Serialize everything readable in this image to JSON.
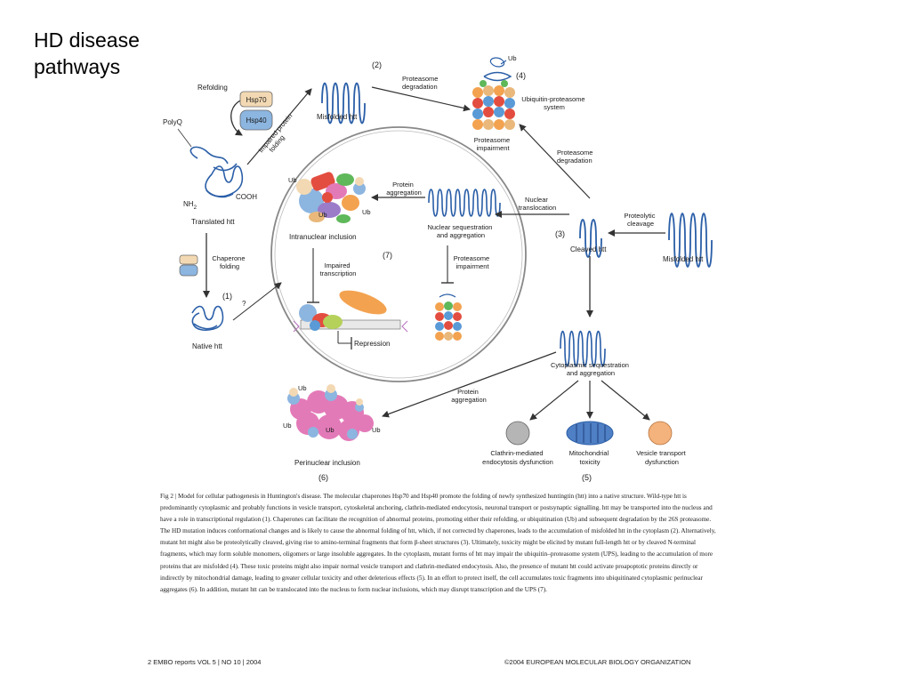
{
  "slide": {
    "title_line1": "HD disease",
    "title_line2": "pathways"
  },
  "diagram": {
    "refolding": "Refolding",
    "hsp70": "Hsp70",
    "hsp40": "Hsp40",
    "polyq": "PolyQ",
    "nh2": "NH",
    "nh2_sub": "2",
    "cooh": "COOH",
    "translated_htt": "Translated htt",
    "impaired_folding_1": "Impaired protein",
    "impaired_folding_2": "folding",
    "misfolded_htt_top": "Misfolded htt",
    "step2": "(2)",
    "proteasome_degradation_top_1": "Proteasome",
    "proteasome_degradation_top_2": "degradation",
    "ub_top": "Ub",
    "step4": "(4)",
    "ups_1": "Ubiquitin-proteasome",
    "ups_2": "system",
    "proteasome_impairment_top_1": "Proteasome",
    "proteasome_impairment_top_2": "impairment",
    "proteasome_degradation_right_1": "Proteasome",
    "proteasome_degradation_right_2": "degradation",
    "ub_nuc_1": "Ub",
    "ub_nuc_2": "Ub",
    "ub_nuc_3": "Ub",
    "protein_aggregation_nuc_1": "Protein",
    "protein_aggregation_nuc_2": "aggregation",
    "nuclear_translocation_1": "Nuclear",
    "nuclear_translocation_2": "translocation",
    "intranuclear_inclusion": "Intranuclear inclusion",
    "nuclear_sequestration_1": "Nuclear sequestration",
    "nuclear_sequestration_2": "and aggregation",
    "step7": "(7)",
    "impaired_transcription_1": "Impaired",
    "impaired_transcription_2": "transcription",
    "proteasome_impairment_nuc_1": "Proteasome",
    "proteasome_impairment_nuc_2": "impairment",
    "repression": "Repression",
    "chaperone_folding_1": "Chaperone",
    "chaperone_folding_2": "folding",
    "step1": "(1)",
    "question": "?",
    "native_htt": "Native htt",
    "step3": "(3)",
    "cleaved_htt": "Cleaved htt",
    "proteolytic_cleavage_1": "Proteolytic",
    "proteolytic_cleavage_2": "cleavage",
    "misfolded_htt_right": "Misfolded htt",
    "cytoplasmic_seq_1": "Cytoplasmic sequestration",
    "cytoplasmic_seq_2": "and aggregation",
    "protein_aggregation_cyto_1": "Protein",
    "protein_aggregation_cyto_2": "aggregation",
    "ub_peri_1": "Ub",
    "ub_peri_2": "Ub",
    "ub_peri_3": "Ub",
    "ub_peri_4": "Ub",
    "perinuclear_inclusion": "Perinuclear inclusion",
    "step6": "(6)",
    "clathrin_1": "Clathrin-mediated",
    "clathrin_2": "endocytosis dysfunction",
    "mito_1": "Mitochondrial",
    "mito_2": "toxicity",
    "vesicle_1": "Vesicle transport",
    "vesicle_2": "dysfunction",
    "step5": "(5)"
  },
  "caption": {
    "text": "Fig 2 | Model for cellular pathogenesis in Huntington's disease. The molecular chaperones Hsp70 and Hsp40 promote the folding of newly synthesized huntingtin (htt) into a native structure. Wild-type htt is predominantly cytoplasmic and probably functions in vesicle transport, cytoskeletal anchoring, clathrin-mediated endocytosis, neuronal transport or postsynaptic signalling. htt may be transported into the nucleus and have a role in transcriptional regulation (1). Chaperones can facilitate the recognition of abnormal proteins, promoting either their refolding, or ubiquitination (Ub) and subsequent degradation by the 26S proteasome. The HD mutation induces conformational changes and is likely to cause the abnormal folding of htt, which, if not corrected by chaperones, leads to the accumulation of misfolded htt in the cytoplasm (2). Alternatively, mutant htt might also be proteolytically cleaved, giving rise to amino-terminal fragments that form β-sheet structures (3). Ultimately, toxicity might be elicited by mutant full-length htt or by cleaved N-terminal fragments, which may form soluble monomers, oligomers or large insoluble aggregates. In the cytoplasm, mutant forms of htt may impair the ubiquitin–proteasome system (UPS), leading to the accumulation of more proteins that are misfolded (4). These toxic proteins might also impair normal vesicle transport and clathrin-mediated endocytosis. Also, the presence of mutant htt could activate proapoptotic proteins directly or indirectly by mitochondrial damage, leading to greater cellular toxicity and other deleterious effects (5). In an effort to protect itself, the cell accumulates toxic fragments into ubiquitinated cytoplasmic perinuclear aggregates (6). In addition, mutant htt can be translocated into the nucleus to form nuclear inclusions, which may disrupt transcription and the UPS (7)."
  },
  "footer": {
    "left": "2  EMBO reports  VOL 5 | NO 10 | 2004",
    "right": "©2004 EUROPEAN MOLECULAR BIOLOGY ORGANIZATION"
  },
  "colors": {
    "hsp70": "#f3d9b3",
    "hsp40": "#8cb5e0",
    "helix": "#2b5fa8",
    "arrow": "#333333",
    "clathrin": "#b5b5b5",
    "mito": "#4f7fc4",
    "vesicle": "#f4b27c",
    "inclusion_pink": "#e37ab8",
    "repression_orange": "#f3a250"
  }
}
